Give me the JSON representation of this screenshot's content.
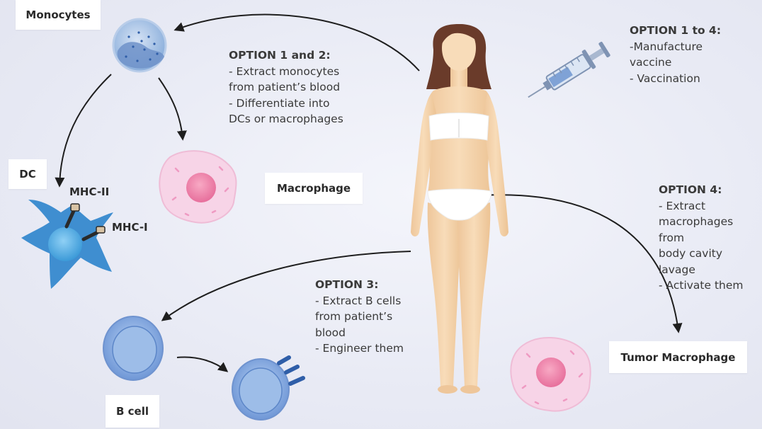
{
  "labels": {
    "monocytes": "Monocytes",
    "dc": "DC",
    "macrophage": "Macrophage",
    "b_cell": "B cell",
    "tumor_macrophage": "Tumor Macrophage",
    "mhc_ii": "MHC-II",
    "mhc_i": "MHC-I"
  },
  "notes": {
    "option12": {
      "heading": "OPTION 1 and 2:",
      "lines": [
        "- Extract monocytes",
        "from patient’s blood",
        "- Differentiate into",
        "DCs or macrophages"
      ]
    },
    "option1to4": {
      "heading": "OPTION 1 to 4:",
      "lines": [
        "-Manufacture",
        "vaccine",
        "- Vaccination"
      ]
    },
    "option4": {
      "heading": "OPTION 4:",
      "lines": [
        "- Extract",
        "macrophages from",
        "body cavity lavage",
        "- Activate them"
      ]
    },
    "option3": {
      "heading": "OPTION 3:",
      "lines": [
        "- Extract B cells",
        "from patient’s",
        "blood",
        "- Engineer them"
      ]
    }
  },
  "icons": [
    "monocyte-icon",
    "dendritic-cell-icon",
    "macrophage-icon",
    "b-cell-icon",
    "activated-b-cell-icon",
    "tumor-macrophage-icon",
    "syringe-icon",
    "patient-figure-icon"
  ],
  "colors": {
    "background": "#e9ebf5",
    "monocyte": "#9bb9e0",
    "dendritic_cell": "#3f8ed0",
    "macrophage": "#f6d3e6",
    "b_cell": "#7fa4dc",
    "skin": "#f6d9b3",
    "hair": "#6a3b2a",
    "arrow": "#1e1e1e"
  }
}
